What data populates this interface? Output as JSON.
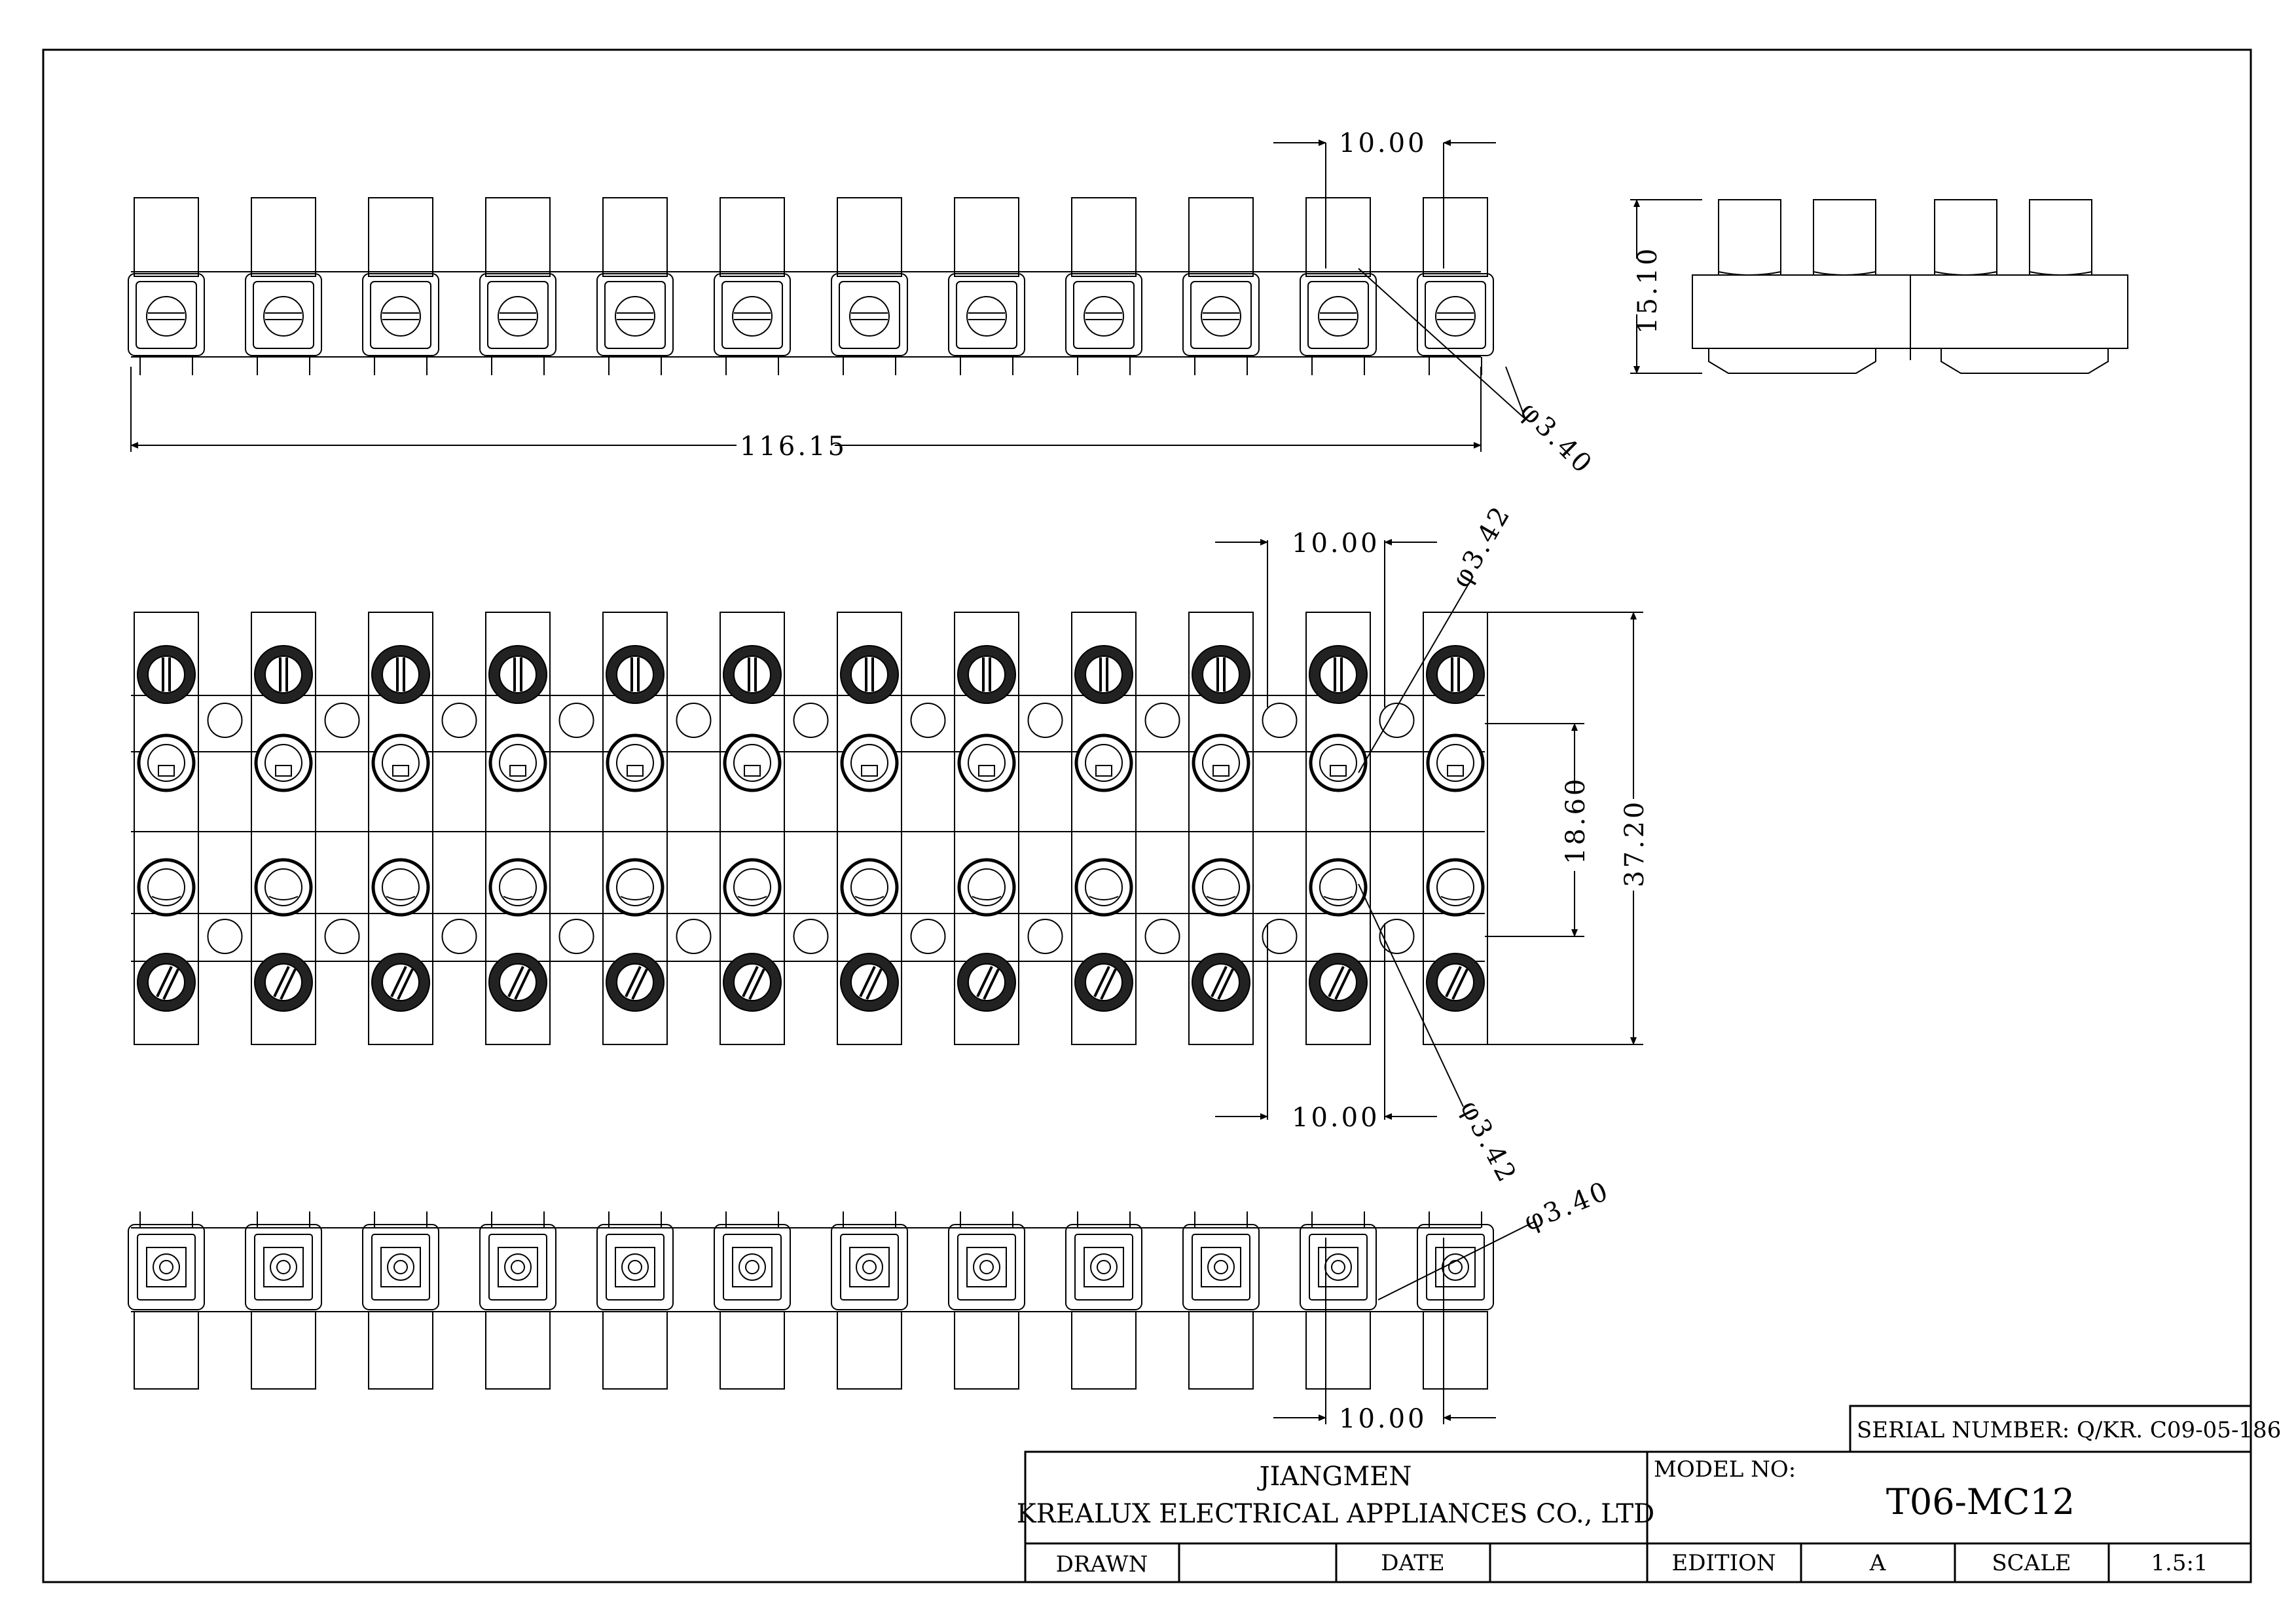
{
  "dimensions": {
    "top_pitch": "10.00",
    "overall_length": "116.15",
    "top_hole_dia": "φ3.40",
    "side_height": "15.10",
    "mid_pitch_top": "10.00",
    "mid_hole_dia_top": "φ3.42",
    "mid_inner_height": "18.60",
    "mid_total_height": "37.20",
    "mid_pitch_bottom": "10.00",
    "mid_hole_dia_bottom": "φ3.42",
    "bottom_hole_dia": "φ3.40",
    "bottom_pitch": "10.00"
  },
  "title_block": {
    "serial_number": "SERIAL NUMBER: Q/KR. C09-05-186",
    "company_line1": "JIANGMEN",
    "company_line2": "KREALUX ELECTRICAL APPLIANCES CO., LTD",
    "model_label": "MODEL NO:",
    "model_value": "T06-MC12",
    "drawn_label": "DRAWN",
    "drawn_value": "",
    "date_label": "DATE",
    "date_value": "",
    "edition_label": "EDITION",
    "edition_value": "A",
    "scale_label": "SCALE",
    "scale_value": "1.5:1"
  },
  "drawing": {
    "terminal_count": 12,
    "line_color": "#000000",
    "hatch_color": "#222222"
  }
}
